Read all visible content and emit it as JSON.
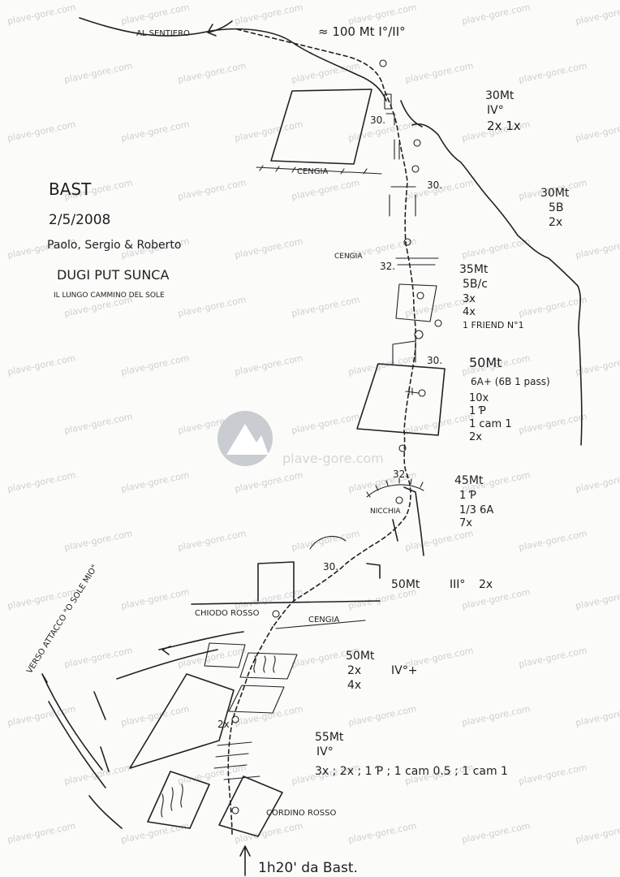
{
  "watermark": {
    "text": "plave-gore.com",
    "logo_text": "plave-gore.com"
  },
  "header": {
    "title": "BAST",
    "date": "2/5/2008",
    "climbers": "Paolo, Sergio & Roberto",
    "route_name": "DUGI PUT SUNCA",
    "route_subtitle": "IL LUNGO CAMMINO DEL SOLE"
  },
  "labels": {
    "al_sentiero": "AL SENTIERO",
    "top_pitch": "≈ 100 Mt  I°/II°",
    "cengia_top": "CENGIA",
    "cengia_mid": "CENGIA",
    "cengia_low": "CENGIA",
    "nicchia": "NICCHIA",
    "chiodo_rosso": "CHIODO ROSSO",
    "verso_attacco": "VERSO ATTACCO \"O SOLE MIO\"",
    "cordino_rosso": "CORDINO ROSSO",
    "approach": "1h20' da Bast."
  },
  "belay_numbers": {
    "b1": "30.",
    "b2": "30.",
    "b3": "32.",
    "b4": "30.",
    "b5": "32.",
    "b6": "30.",
    "b7": "2x"
  },
  "pitches": [
    {
      "length": "30Mt",
      "grade": "IV°",
      "gear": "2x  1x"
    },
    {
      "length": "30Mt",
      "grade": "5B",
      "gear": "2x"
    },
    {
      "length": "35Mt",
      "grade": "5B/c",
      "gear": "3x",
      "gear2": "4x",
      "gear3": "1 FRIEND N°1"
    },
    {
      "length": "50Mt",
      "grade": "6A+ (6B 1 pass)",
      "gear": "10x",
      "gear2": "1 Ƥ",
      "gear3": "1 cam 1",
      "gear4": "2x"
    },
    {
      "length": "45Mt",
      "grade": "1 Ƥ",
      "gear": "1/3  6A",
      "gear2": "7x"
    },
    {
      "length": "50Mt",
      "grade": "III°",
      "gear": "2x"
    },
    {
      "length": "50Mt",
      "grade": "IV°+",
      "gear": "2x",
      "gear2": "4x"
    },
    {
      "length": "55Mt",
      "grade": "IV°",
      "gear": "3x ; 2x ; 1 Ƥ ; 1 cam 0.5 ; 1 cam 1"
    }
  ]
}
